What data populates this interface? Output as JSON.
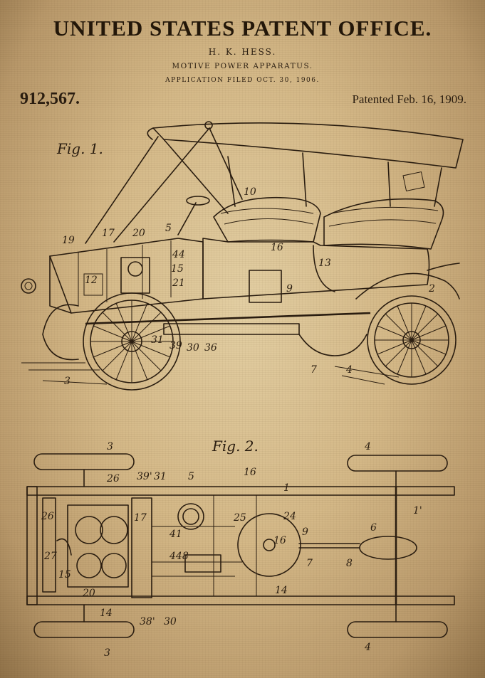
{
  "header": {
    "office": "UNITED STATES PATENT OFFICE.",
    "inventor": "H. K. HESS.",
    "title": "MOTIVE POWER APPARATUS.",
    "filed": "APPLICATION FILED OCT. 30, 1906.",
    "patent_number": "912,567.",
    "patented": "Patented Feb. 16, 1909."
  },
  "fig1": {
    "label": "Fig. 1.",
    "refs": {
      "r10": "10",
      "r19": "19",
      "r17": "17",
      "r20": "20",
      "r5": "5",
      "r44": "44",
      "r15": "15",
      "r12": "12",
      "r21": "21",
      "r16": "16",
      "r13": "13",
      "r9": "9",
      "r2": "2",
      "r31": "31",
      "r39": "39",
      "r30": "30",
      "r36": "36",
      "r3": "3",
      "r7": "7",
      "r4": "4"
    }
  },
  "fig2": {
    "label": "Fig. 2.",
    "refs": {
      "r3a": "3",
      "r4a": "4",
      "r1": "1",
      "r16": "16",
      "r26": "26",
      "r39": "39'",
      "r31": "31",
      "r5": "5",
      "r26b": "26'",
      "r17": "17",
      "r25": "25",
      "r24": "24",
      "r1b": "1'",
      "r6": "6",
      "r27": "27",
      "r41": "41",
      "r448": "448",
      "r16b": "16",
      "r9": "9",
      "r15": "15",
      "r7": "7",
      "r8": "8",
      "r20": "20",
      "r14": "14",
      "r14b": "14",
      "r38": "38'",
      "r30": "30",
      "r3b": "3",
      "r4b": "4"
    }
  }
}
